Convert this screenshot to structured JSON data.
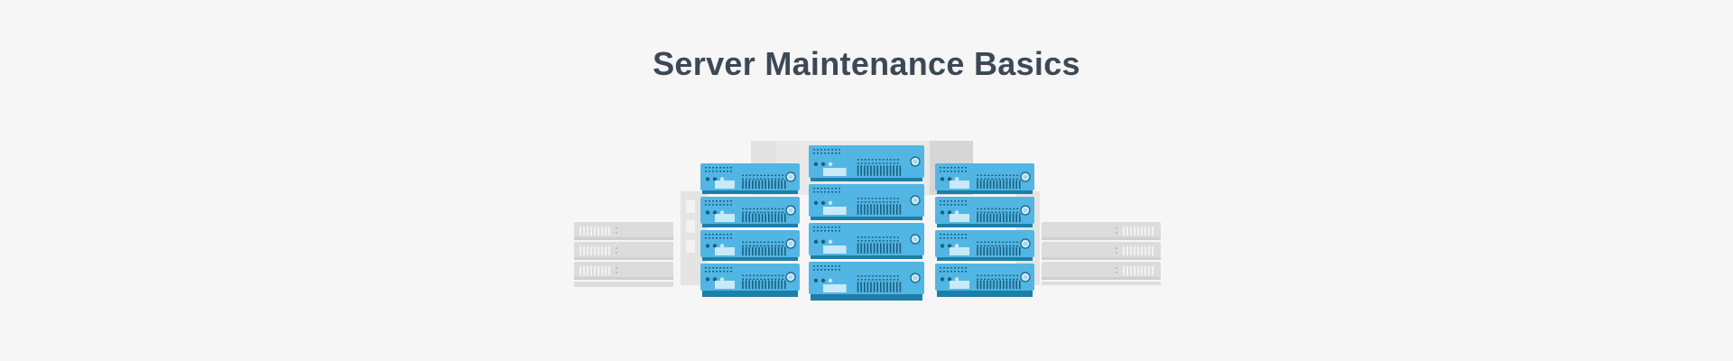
{
  "header": {
    "title": "Server Maintenance Basics"
  },
  "colors": {
    "background": "#f6f6f6",
    "title": "#3d4856",
    "server_face": "#52b6e4",
    "server_dark": "#1d7fa8",
    "server_light": "#c7e9f8",
    "server_detail": "#1a5f80",
    "background_rack": "#dcdcdc",
    "background_rack_light": "#e8e8e8"
  },
  "illustration": {
    "subject": "server-rack-stacks",
    "racks": [
      {
        "name": "left-stack",
        "units": 4,
        "style": "blue"
      },
      {
        "name": "center-stack",
        "units": 4,
        "style": "blue"
      },
      {
        "name": "right-stack",
        "units": 4,
        "style": "blue"
      },
      {
        "name": "back-left-stack",
        "units": 3,
        "style": "grey"
      },
      {
        "name": "back-right-stack",
        "units": 3,
        "style": "grey"
      },
      {
        "name": "back-center-stack",
        "units": 1,
        "style": "grey"
      }
    ]
  }
}
